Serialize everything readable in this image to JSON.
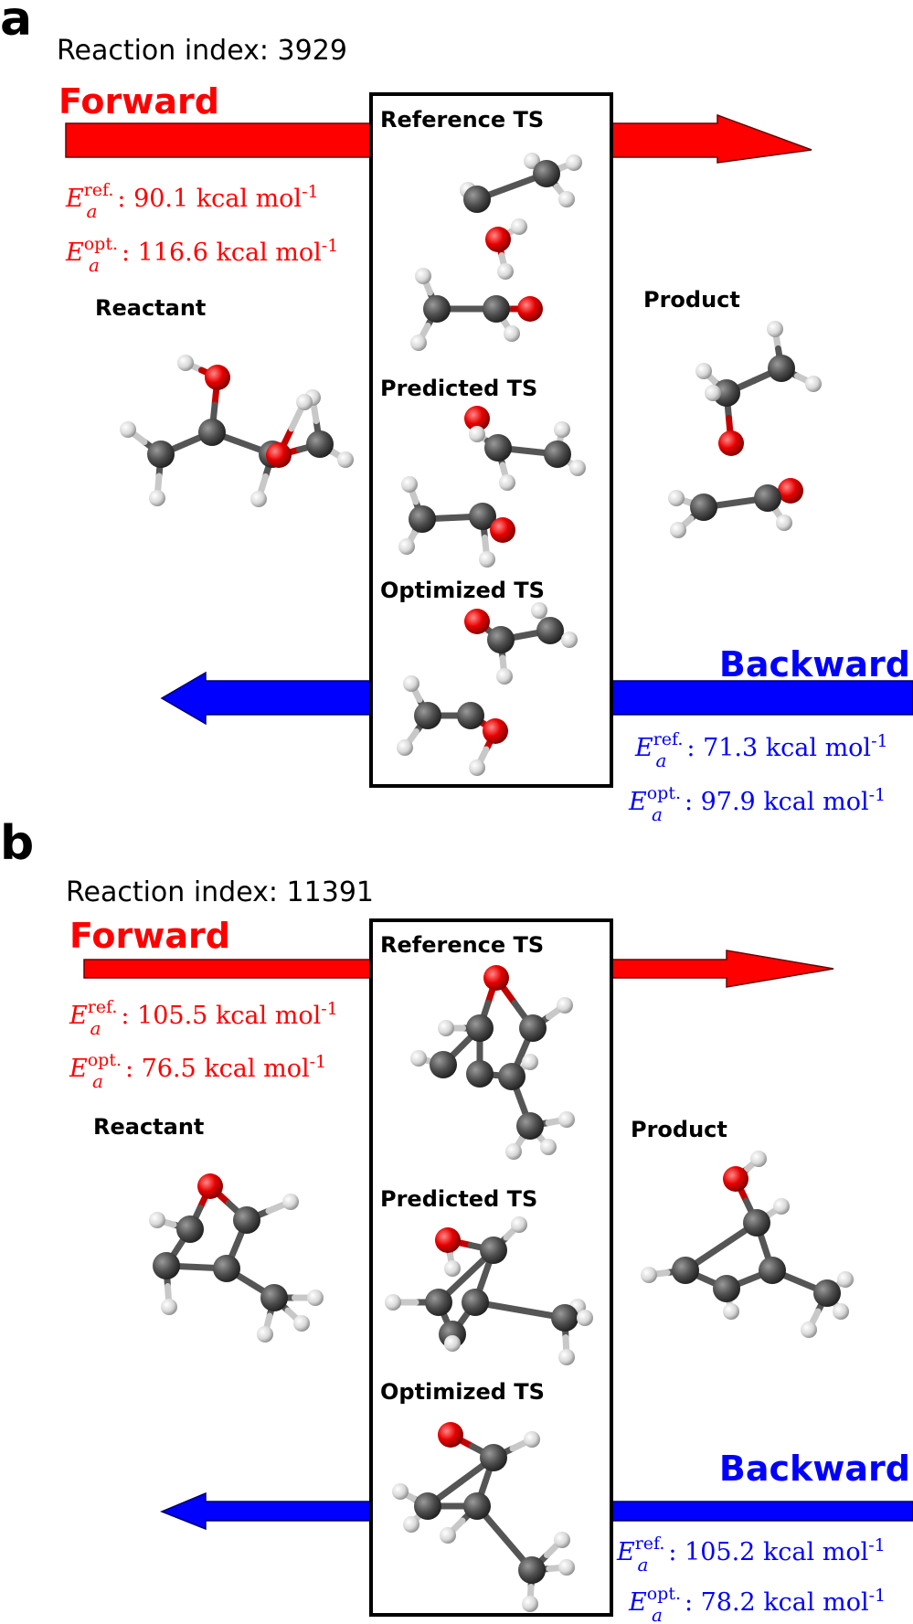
{
  "colors": {
    "forward": "#ff0000",
    "backward": "#0000ff",
    "carbon": "#4a4a4a",
    "oxygen": "#e00000",
    "hydrogen": "#e8e8e8",
    "box": "#000000"
  },
  "panels": [
    {
      "letter": "a",
      "reaction_index": "Reaction index: 3929",
      "forward_label": "Forward",
      "backward_label": "Backward",
      "ts_labels": [
        "Reference TS",
        "Predicted TS",
        "Optimized TS"
      ],
      "reactant_label": "Reactant",
      "product_label": "Product",
      "forward_energies": [
        {
          "sup": "ref.",
          "value": ": 90.1 kcal mol",
          "exp": "-1"
        },
        {
          "sup": "opt.",
          "value": ": 116.6 kcal mol",
          "exp": "-1"
        }
      ],
      "backward_energies": [
        {
          "sup": "ref.",
          "value": ": 71.3 kcal mol",
          "exp": "-1"
        },
        {
          "sup": "opt.",
          "value": ": 97.9 kcal mol",
          "exp": "-1"
        }
      ]
    },
    {
      "letter": "b",
      "reaction_index": "Reaction index: 11391",
      "forward_label": "Forward",
      "backward_label": "Backward",
      "ts_labels": [
        "Reference TS",
        "Predicted TS",
        "Optimized TS"
      ],
      "reactant_label": "Reactant",
      "product_label": "Product",
      "forward_energies": [
        {
          "sup": "ref.",
          "value": ": 105.5 kcal mol",
          "exp": "-1"
        },
        {
          "sup": "opt.",
          "value": ": 76.5 kcal mol",
          "exp": "-1"
        }
      ],
      "backward_energies": [
        {
          "sup": "ref.",
          "value": ": 105.2 kcal mol",
          "exp": "-1"
        },
        {
          "sup": "opt.",
          "value": ": 78.2 kcal mol",
          "exp": "-1"
        }
      ]
    }
  ]
}
